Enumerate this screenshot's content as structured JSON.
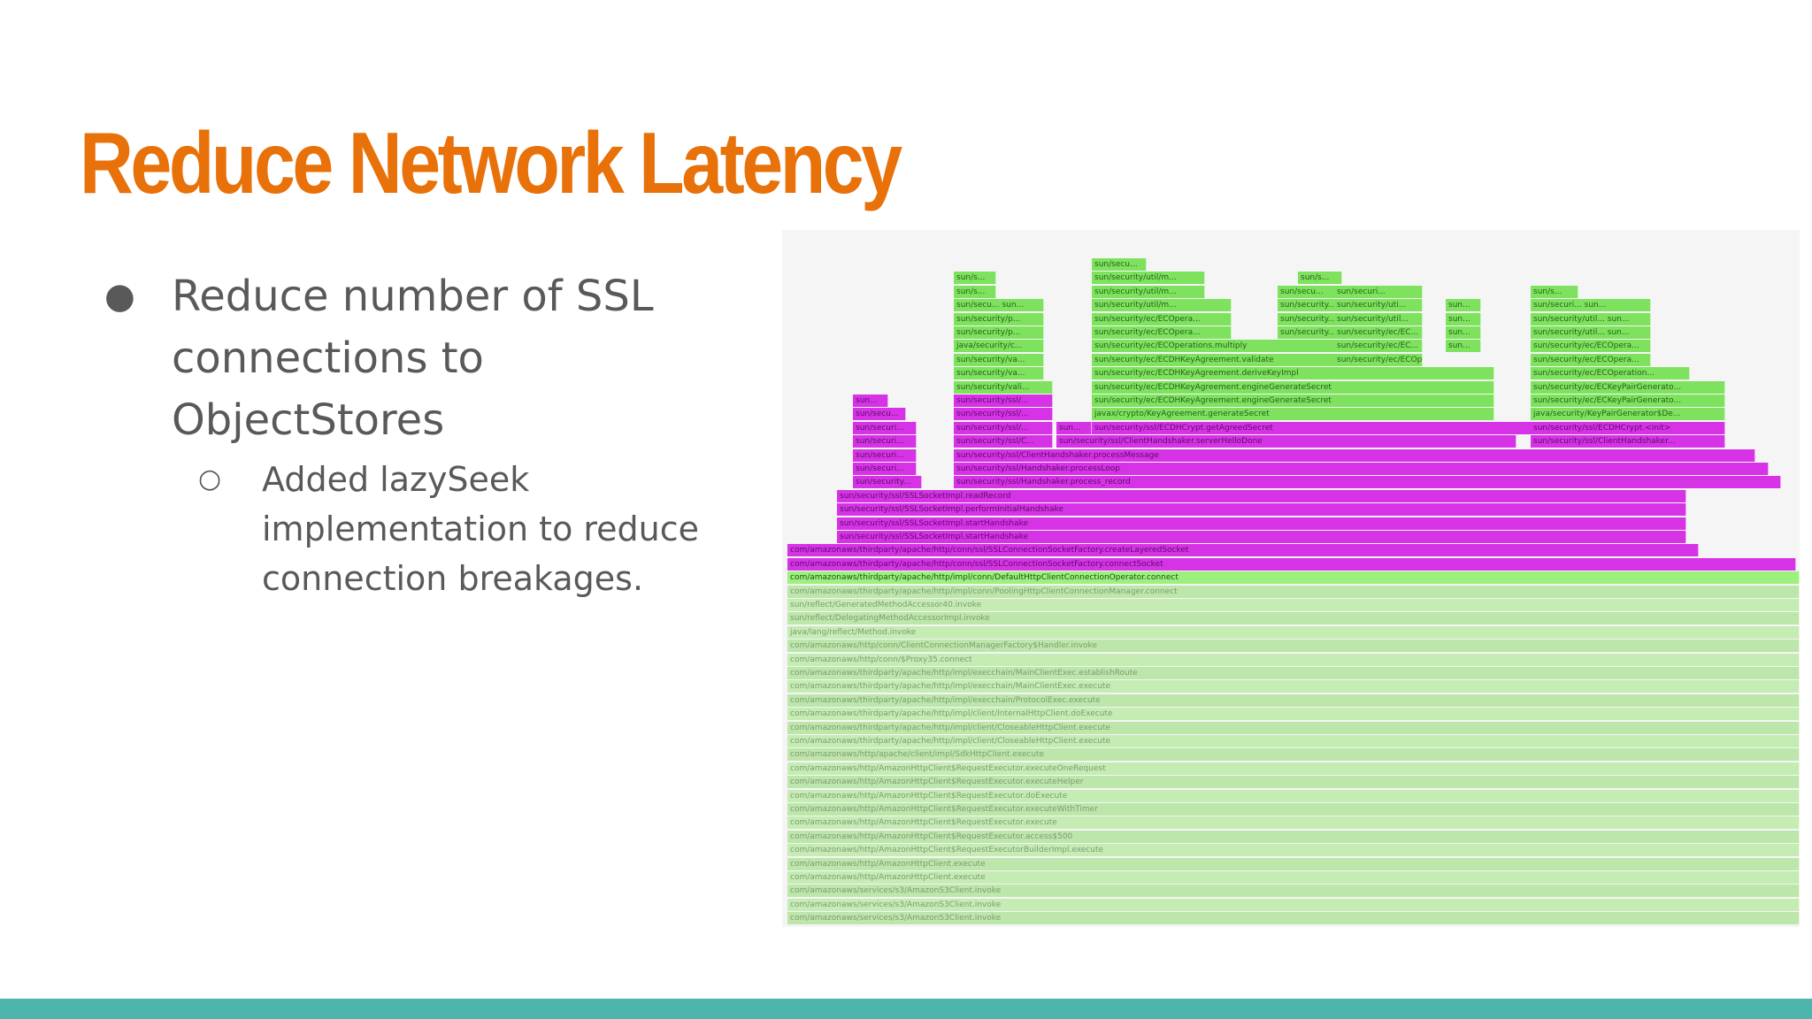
{
  "slide": {
    "title": "Reduce Network Latency",
    "bullet1": "Reduce number of SSL connections to ObjectStores",
    "bullet1_sub": "Added lazySeek implementation to reduce connection breakages.",
    "bullet_glyph": "●",
    "sub_bullet_glyph": "○"
  },
  "colors": {
    "title": "#e8710a",
    "footer_bar": "#4db6ac",
    "green_frame": "#7ee25e",
    "purple_frame": "#d633e6",
    "pale_frame": "#c5ecb3"
  },
  "flamegraph": {
    "frames": [
      {
        "color": "green",
        "label": "sun/secu...",
        "col": 1,
        "span": 0,
        "depth": 0
      },
      {
        "color": "green",
        "label": "sun/s...",
        "col": 0,
        "span": 0,
        "depth": 1
      },
      {
        "color": "green",
        "label": "sun/security/util/m...",
        "col": 1,
        "span": 0,
        "depth": 1
      },
      {
        "color": "green",
        "label": "sun/s...",
        "col": 2,
        "span": 0,
        "depth": 1
      },
      {
        "color": "green",
        "label": "sun/s...",
        "col": 0,
        "span": 0,
        "depth": 2
      },
      {
        "color": "green",
        "label": "sun/security/util/m...",
        "col": 1,
        "span": 0,
        "depth": 2
      },
      {
        "color": "green",
        "label": "sun/secu...",
        "col": 3,
        "span": 0,
        "depth": 2
      },
      {
        "color": "green",
        "label": "sun/securi...",
        "col": 4,
        "span": 0,
        "depth": 2
      },
      {
        "color": "green",
        "label": "sun/s...",
        "col": 5,
        "span": 0,
        "depth": 2
      },
      {
        "color": "green",
        "label": "sun/secu... sun...",
        "col": 0,
        "span": 0,
        "depth": 3
      },
      {
        "color": "green",
        "label": "sun/security/util/m...",
        "col": 1,
        "span": 0,
        "depth": 3
      },
      {
        "color": "green",
        "label": "sun/security...",
        "col": 3,
        "span": 0,
        "depth": 3
      },
      {
        "color": "green",
        "label": "sun/security/uti...",
        "col": 4,
        "span": 0,
        "depth": 3
      },
      {
        "color": "green",
        "label": "sun...",
        "col": 6,
        "span": 0,
        "depth": 3
      },
      {
        "color": "green",
        "label": "sun/securi... sun...",
        "col": 5,
        "span": 0,
        "depth": 3
      },
      {
        "color": "green",
        "label": "sun/security/p...",
        "col": 0,
        "span": 0,
        "depth": 4
      },
      {
        "color": "green",
        "label": "sun/security/ec/ECOpera...",
        "col": 1,
        "span": 0,
        "depth": 4
      },
      {
        "color": "green",
        "label": "sun/security...",
        "col": 3,
        "span": 0,
        "depth": 4
      },
      {
        "color": "green",
        "label": "sun/security/util...",
        "col": 4,
        "span": 0,
        "depth": 4
      },
      {
        "color": "green",
        "label": "sun...",
        "col": 6,
        "span": 0,
        "depth": 4
      },
      {
        "color": "green",
        "label": "sun/security/util... sun...",
        "col": 5,
        "span": 0,
        "depth": 4
      },
      {
        "color": "green",
        "label": "sun/security/p...",
        "col": 0,
        "span": 0,
        "depth": 5
      },
      {
        "color": "green",
        "label": "sun/security/ec/ECOpera...",
        "col": 1,
        "span": 0,
        "depth": 5
      },
      {
        "color": "green",
        "label": "sun/security...",
        "col": 3,
        "span": 0,
        "depth": 5
      },
      {
        "color": "green",
        "label": "sun/security/ec/EC...",
        "col": 4,
        "span": 0,
        "depth": 5
      },
      {
        "color": "green",
        "label": "sun...",
        "col": 6,
        "span": 0,
        "depth": 5
      },
      {
        "color": "green",
        "label": "sun/security/util... sun...",
        "col": 5,
        "span": 0,
        "depth": 5
      },
      {
        "color": "green",
        "label": "java/security/c...",
        "col": 0,
        "span": 0,
        "depth": 6
      },
      {
        "color": "green",
        "label": "sun/security/ec/ECOperations.multiply",
        "col": 1,
        "span": 0,
        "depth": 6
      },
      {
        "color": "green",
        "label": "sun/security/ec/EC...",
        "col": 4,
        "span": 0,
        "depth": 6
      },
      {
        "color": "green",
        "label": "sun...",
        "col": 6,
        "span": 0,
        "depth": 6
      },
      {
        "color": "green",
        "label": "sun/security/ec/ECOpera...",
        "col": 5,
        "span": 0,
        "depth": 6
      },
      {
        "color": "green",
        "label": "sun/security/va...",
        "col": 0,
        "span": 0,
        "depth": 7
      },
      {
        "color": "green",
        "label": "sun/security/ec/ECDHKeyAgreement.validate",
        "col": 1,
        "span": 0,
        "depth": 7
      },
      {
        "color": "green",
        "label": "sun/security/ec/ECOperat...",
        "col": 4,
        "span": 0,
        "depth": 7
      },
      {
        "color": "green",
        "label": "sun/security/ec/ECOpera...",
        "col": 5,
        "span": 0,
        "depth": 7
      },
      {
        "color": "green",
        "label": "sun/security/va...",
        "col": 0,
        "span": 0,
        "depth": 8
      },
      {
        "color": "green",
        "label": "sun/security/ec/ECDHKeyAgreement.deriveKeyImpl",
        "col": 1,
        "span": 0,
        "depth": 8
      },
      {
        "color": "green",
        "label": "sun/security/ec/ECOperation...",
        "col": 5,
        "span": 0,
        "depth": 8
      },
      {
        "color": "green",
        "label": "sun/security/vali...",
        "col": 0,
        "span": 0,
        "depth": 9
      },
      {
        "color": "green",
        "label": "sun/security/ec/ECDHKeyAgreement.engineGenerateSecret",
        "col": 1,
        "span": 0,
        "depth": 9
      },
      {
        "color": "green",
        "label": "sun/security/ec/ECKeyPairGenerato...",
        "col": 5,
        "span": 0,
        "depth": 9
      },
      {
        "color": "purple",
        "label": "sun...",
        "col": 7,
        "span": 0,
        "depth": 10
      },
      {
        "color": "purple",
        "label": "sun/security/ssl/...",
        "col": 0,
        "span": 0,
        "depth": 10
      },
      {
        "color": "green",
        "label": "sun/security/ec/ECDHKeyAgreement.engineGenerateSecret",
        "col": 1,
        "span": 0,
        "depth": 10
      },
      {
        "color": "green",
        "label": "sun/security/ec/ECKeyPairGenerato...",
        "col": 5,
        "span": 0,
        "depth": 10
      },
      {
        "color": "purple",
        "label": "sun/secu...",
        "col": 7,
        "span": 0,
        "depth": 11
      },
      {
        "color": "purple",
        "label": "sun/security/ssl/...",
        "col": 0,
        "span": 0,
        "depth": 11
      },
      {
        "color": "green",
        "label": "javax/crypto/KeyAgreement.generateSecret",
        "col": 1,
        "span": 0,
        "depth": 11
      },
      {
        "color": "green",
        "label": "java/security/KeyPairGenerator$De...",
        "col": 5,
        "span": 0,
        "depth": 11
      },
      {
        "color": "purple",
        "label": "sun/securi...",
        "col": 7,
        "span": 0,
        "depth": 12
      },
      {
        "color": "purple",
        "label": "sun/security/ssl/...",
        "col": 0,
        "span": 0,
        "depth": 12
      },
      {
        "color": "purple",
        "label": "sun...",
        "col": 8,
        "span": 0,
        "depth": 12
      },
      {
        "color": "purple",
        "label": "sun/security/ssl/ECDHCrypt.getAgreedSecret",
        "col": 1,
        "span": 0,
        "depth": 12
      },
      {
        "color": "purple",
        "label": "sun/security/ssl/ECDHCrypt.<init>",
        "col": 5,
        "span": 0,
        "depth": 12
      },
      {
        "color": "purple",
        "label": "sun/securi...",
        "col": 7,
        "span": 0,
        "depth": 13
      },
      {
        "color": "purple",
        "label": "sun/security/ssl/C...",
        "col": 0,
        "span": 0,
        "depth": 13
      },
      {
        "color": "purple",
        "label": "sun/security/ssl/ClientHandshaker.serverHelloDone",
        "col": 8,
        "span": 0,
        "depth": 13
      },
      {
        "color": "purple",
        "label": "sun/security/ssl/ClientHandshaker...",
        "col": 5,
        "span": 0,
        "depth": 13
      },
      {
        "color": "purple",
        "label": "sun/securi...",
        "col": 7,
        "span": 0,
        "depth": 14
      },
      {
        "color": "purple",
        "label": "sun/security/ssl/ClientHandshaker.processMessage",
        "col": 0,
        "span": 1,
        "depth": 14
      },
      {
        "color": "purple",
        "label": "sun/securi...",
        "col": 7,
        "span": 0,
        "depth": 15
      },
      {
        "color": "purple",
        "label": "sun/security/ssl/Handshaker.processLoop",
        "col": 0,
        "span": 2,
        "depth": 15
      },
      {
        "color": "purple",
        "label": "sun/security...",
        "col": 7,
        "span": 0,
        "depth": 16
      },
      {
        "color": "purple",
        "label": "sun/security/ssl/Handshaker.process_record",
        "col": 0,
        "span": 3,
        "depth": 16
      },
      {
        "color": "purple",
        "label": "sun/security/ssl/SSLSocketImpl.readRecord",
        "col": 9,
        "span": 4,
        "depth": 17
      },
      {
        "color": "purple",
        "label": "sun/security/ssl/SSLSocketImpl.performInitialHandshake",
        "col": 9,
        "span": 4,
        "depth": 18
      },
      {
        "color": "purple",
        "label": "sun/security/ssl/SSLSocketImpl.startHandshake",
        "col": 9,
        "span": 4,
        "depth": 19
      },
      {
        "color": "purple",
        "label": "sun/security/ssl/SSLSocketImpl.startHandshake",
        "col": 9,
        "span": 4,
        "depth": 20
      },
      {
        "color": "purple",
        "label": "com/amazonaws/thirdparty/apache/http/conn/ssl/SSLConnectionSocketFactory.createLayeredSocket",
        "col": 10,
        "span": 4,
        "depth": 21
      },
      {
        "color": "purple",
        "label": "com/amazonaws/thirdparty/apache/http/conn/ssl/SSLConnectionSocketFactory.connectSocket",
        "col": 10,
        "span": 5,
        "depth": 22
      },
      {
        "color": "lime",
        "label": "com/amazonaws/thirdparty/apache/http/impl/conn/DefaultHttpClientConnectionOperator.connect",
        "col": 10,
        "span": 6,
        "depth": 23
      },
      {
        "color": "pale",
        "label": "com/amazonaws/thirdparty/apache/http/impl/conn/PoolingHttpClientConnectionManager.connect",
        "col": 10,
        "span": 6,
        "depth": 24
      },
      {
        "color": "pale",
        "label": "sun/reflect/GeneratedMethodAccessor40.invoke",
        "col": 10,
        "span": 6,
        "depth": 25
      },
      {
        "color": "pale",
        "label": "sun/reflect/DelegatingMethodAccessorImpl.invoke",
        "col": 10,
        "span": 6,
        "depth": 26
      },
      {
        "color": "pale",
        "label": "java/lang/reflect/Method.invoke",
        "col": 10,
        "span": 6,
        "depth": 27
      },
      {
        "color": "pale",
        "label": "com/amazonaws/http/conn/ClientConnectionManagerFactory$Handler.invoke",
        "col": 10,
        "span": 6,
        "depth": 28
      },
      {
        "color": "pale",
        "label": "com/amazonaws/http/conn/$Proxy35.connect",
        "col": 10,
        "span": 6,
        "depth": 29
      },
      {
        "color": "pale",
        "label": "com/amazonaws/thirdparty/apache/http/impl/execchain/MainClientExec.establishRoute",
        "col": 10,
        "span": 6,
        "depth": 30
      },
      {
        "color": "pale",
        "label": "com/amazonaws/thirdparty/apache/http/impl/execchain/MainClientExec.execute",
        "col": 10,
        "span": 6,
        "depth": 31
      },
      {
        "color": "pale",
        "label": "com/amazonaws/thirdparty/apache/http/impl/execchain/ProtocolExec.execute",
        "col": 10,
        "span": 6,
        "depth": 32
      },
      {
        "color": "pale",
        "label": "com/amazonaws/thirdparty/apache/http/impl/client/InternalHttpClient.doExecute",
        "col": 10,
        "span": 6,
        "depth": 33
      },
      {
        "color": "pale",
        "label": "com/amazonaws/thirdparty/apache/http/impl/client/CloseableHttpClient.execute",
        "col": 10,
        "span": 6,
        "depth": 34
      },
      {
        "color": "pale",
        "label": "com/amazonaws/thirdparty/apache/http/impl/client/CloseableHttpClient.execute",
        "col": 10,
        "span": 6,
        "depth": 35
      },
      {
        "color": "pale",
        "label": "com/amazonaws/http/apache/client/impl/SdkHttpClient.execute",
        "col": 10,
        "span": 6,
        "depth": 36
      },
      {
        "color": "pale",
        "label": "com/amazonaws/http/AmazonHttpClient$RequestExecutor.executeOneRequest",
        "col": 10,
        "span": 6,
        "depth": 37
      },
      {
        "color": "pale",
        "label": "com/amazonaws/http/AmazonHttpClient$RequestExecutor.executeHelper",
        "col": 10,
        "span": 6,
        "depth": 38
      },
      {
        "color": "pale",
        "label": "com/amazonaws/http/AmazonHttpClient$RequestExecutor.doExecute",
        "col": 10,
        "span": 6,
        "depth": 39
      },
      {
        "color": "pale",
        "label": "com/amazonaws/http/AmazonHttpClient$RequestExecutor.executeWithTimer",
        "col": 10,
        "span": 6,
        "depth": 40
      },
      {
        "color": "pale",
        "label": "com/amazonaws/http/AmazonHttpClient$RequestExecutor.execute",
        "col": 10,
        "span": 6,
        "depth": 41
      },
      {
        "color": "pale",
        "label": "com/amazonaws/http/AmazonHttpClient$RequestExecutor.access$500",
        "col": 10,
        "span": 6,
        "depth": 42
      },
      {
        "color": "pale",
        "label": "com/amazonaws/http/AmazonHttpClient$RequestExecutorBuilderImpl.execute",
        "col": 10,
        "span": 6,
        "depth": 43
      },
      {
        "color": "pale",
        "label": "com/amazonaws/http/AmazonHttpClient.execute",
        "col": 10,
        "span": 6,
        "depth": 44
      },
      {
        "color": "pale",
        "label": "com/amazonaws/http/AmazonHttpClient.execute",
        "col": 10,
        "span": 6,
        "depth": 45
      },
      {
        "color": "pale",
        "label": "com/amazonaws/services/s3/AmazonS3Client.invoke",
        "col": 10,
        "span": 6,
        "depth": 46
      },
      {
        "color": "pale",
        "label": "com/amazonaws/services/s3/AmazonS3Client.invoke",
        "col": 10,
        "span": 6,
        "depth": 47
      },
      {
        "color": "pale",
        "label": "com/amazonaws/services/s3/AmazonS3Client.invoke",
        "col": 10,
        "span": 6,
        "depth": 48
      }
    ]
  }
}
